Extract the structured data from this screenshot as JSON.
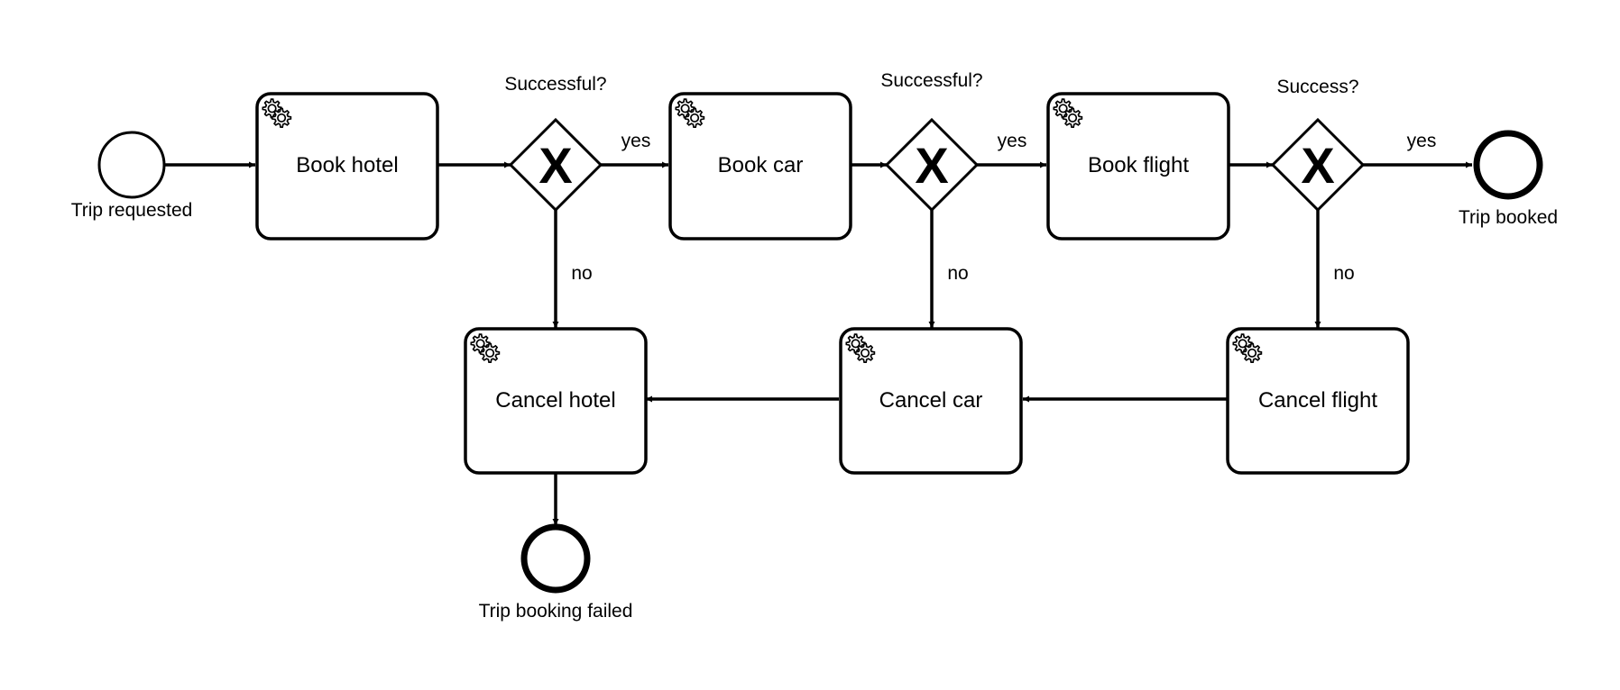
{
  "diagram": {
    "start_event": {
      "label": "Trip requested"
    },
    "end_success": {
      "label": "Trip booked"
    },
    "end_failure": {
      "label": "Trip booking failed"
    },
    "tasks": {
      "book_hotel": {
        "label": "Book hotel",
        "icon": "gear-icon"
      },
      "book_car": {
        "label": "Book car",
        "icon": "gear-icon"
      },
      "book_flight": {
        "label": "Book flight",
        "icon": "gear-icon"
      },
      "cancel_hotel": {
        "label": "Cancel hotel",
        "icon": "gear-icon"
      },
      "cancel_car": {
        "label": "Cancel car",
        "icon": "gear-icon"
      },
      "cancel_flight": {
        "label": "Cancel flight",
        "icon": "gear-icon"
      }
    },
    "gateways": {
      "g1": {
        "question": "Successful?",
        "marker": "X"
      },
      "g2": {
        "question": "Successful?",
        "marker": "X"
      },
      "g3": {
        "question": "Success?",
        "marker": "X"
      }
    },
    "flow_labels": {
      "g1_yes": "yes",
      "g1_no": "no",
      "g2_yes": "yes",
      "g2_no": "no",
      "g3_yes": "yes",
      "g3_no": "no"
    }
  }
}
